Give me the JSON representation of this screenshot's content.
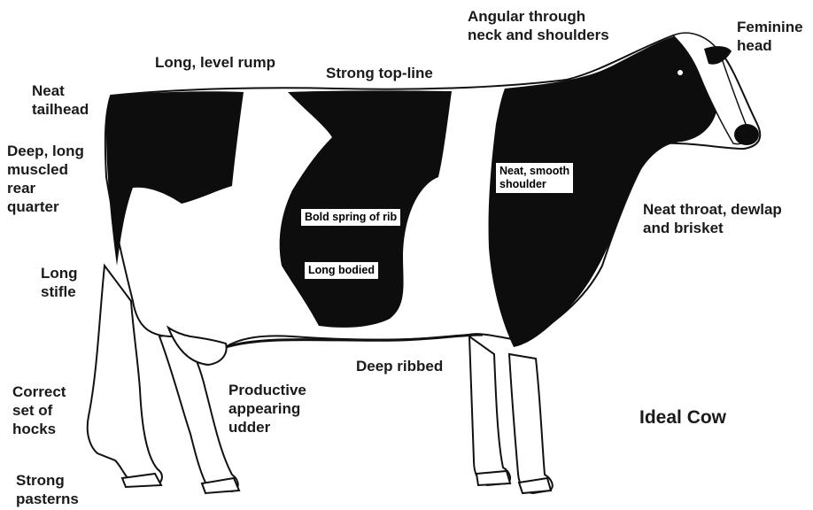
{
  "title": "Ideal Cow",
  "labels": {
    "angular": "Angular through\nneck and shoulders",
    "feminine_head": "Feminine\nhead",
    "rump": "Long, level rump",
    "topline": "Strong top-line",
    "tailhead": "Neat\ntailhead",
    "rear_quarter": "Deep, long\nmuscled\nrear\nquarter",
    "throat": "Neat throat, dewlap\nand brisket",
    "stifle": "Long\nstifle",
    "hocks": "Correct\nset of\nhocks",
    "pasterns": "Strong\npasterns",
    "udder": "Productive\nappearing\nudder",
    "deep_ribbed": "Deep ribbed"
  },
  "boxed": {
    "shoulder": "Neat, smooth\nshoulder",
    "rib": "Bold spring of rib",
    "long_bodied": "Long bodied"
  },
  "colors": {
    "patch": "#0d0d0d",
    "body": "#ffffff",
    "outline": "#111111"
  }
}
